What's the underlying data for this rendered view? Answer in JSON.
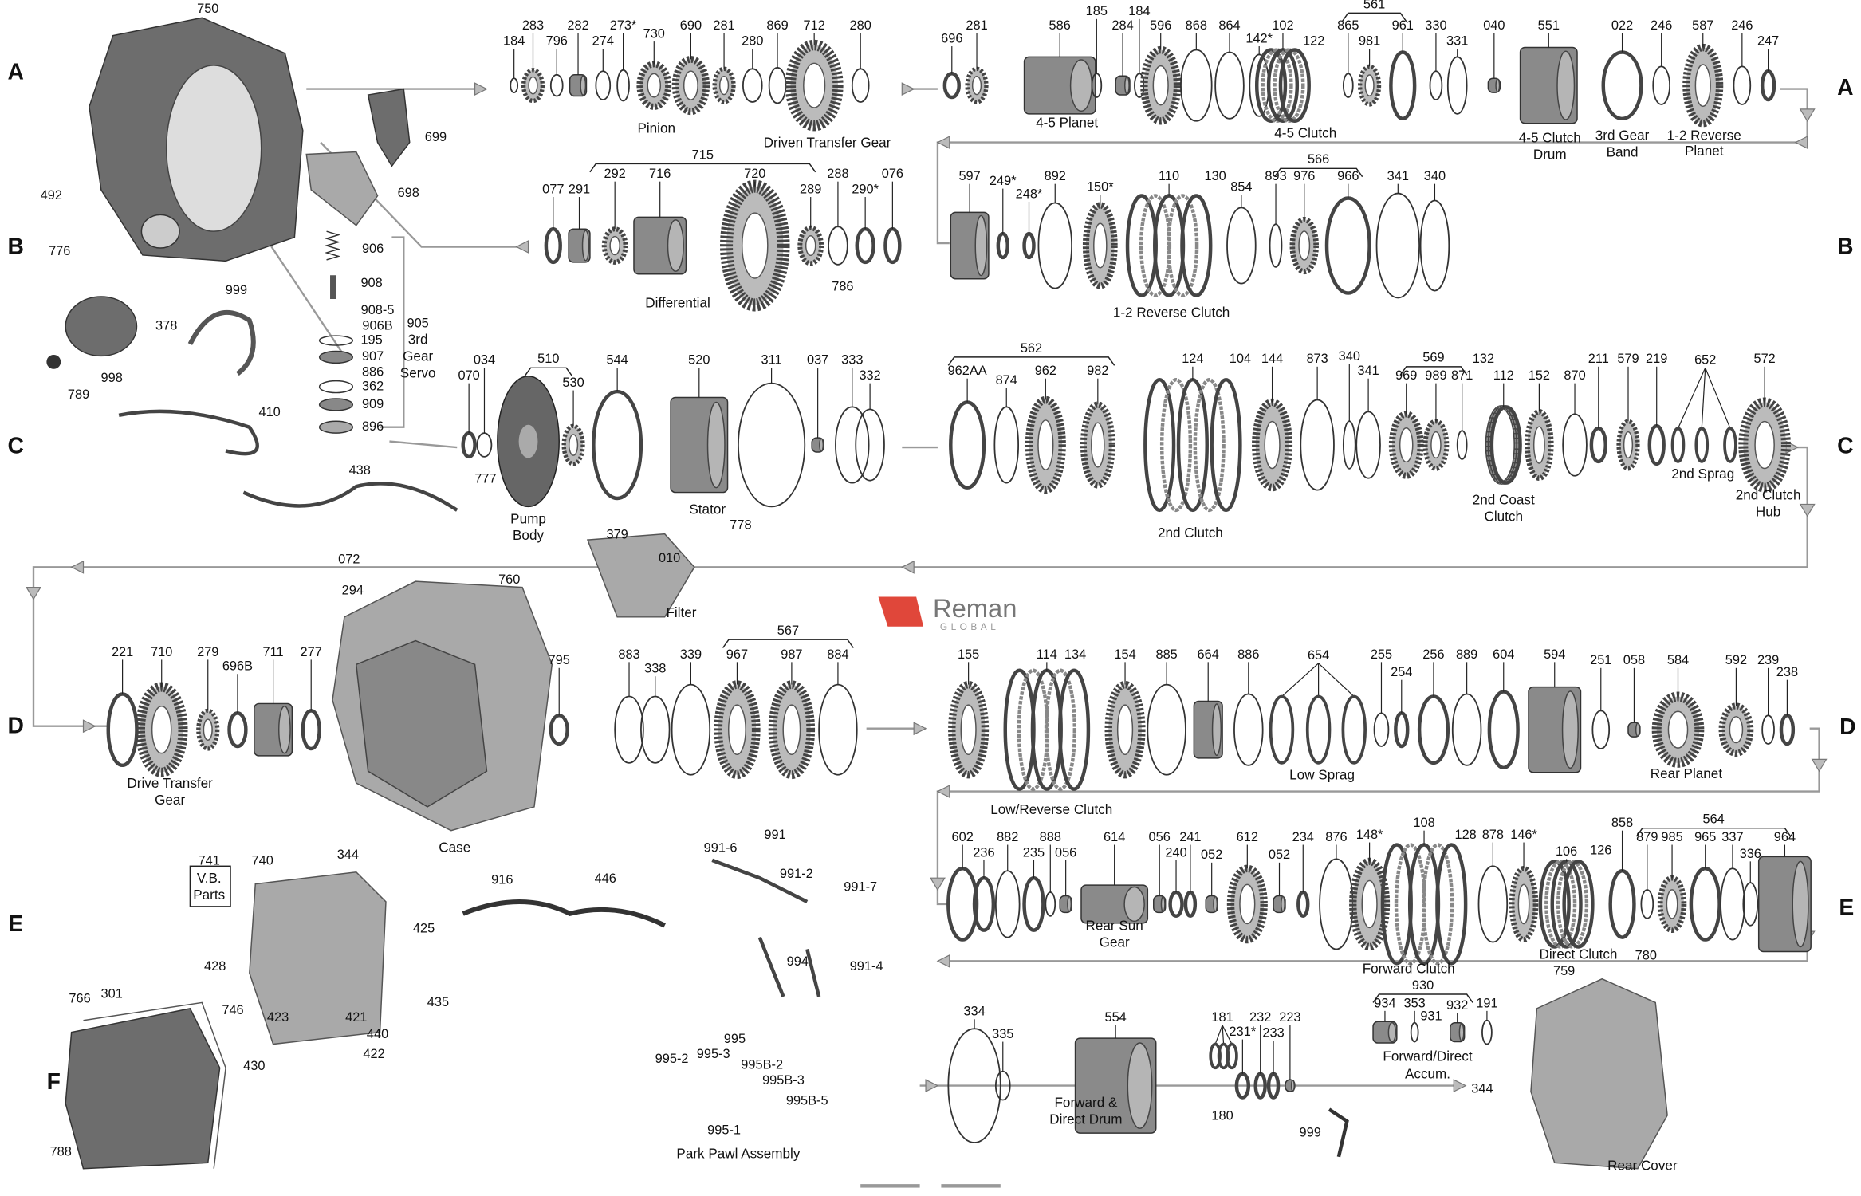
{
  "logo": {
    "brand": "Reman",
    "sub": "GLOBAL",
    "accent": "#e0473a"
  },
  "row_letters": [
    "A",
    "A",
    "B",
    "B",
    "C",
    "C",
    "D",
    "D",
    "E",
    "E",
    "F"
  ],
  "rowA": {
    "parts": [
      "184",
      "283",
      "796",
      "282",
      "274",
      "273*",
      "730",
      "690",
      "281",
      "280",
      "869",
      "712",
      "280",
      "696",
      "281",
      "586",
      "185",
      "184",
      "284",
      "596",
      "868",
      "864",
      "142*",
      "102",
      "122",
      "865",
      "981",
      "961",
      "330",
      "331",
      "040",
      "551",
      "022",
      "246",
      "587",
      "246",
      "247",
      "561"
    ],
    "captions": [
      "Pinion",
      "Driven Transfer Gear",
      "4-5 Planet",
      "4-5 Clutch",
      "4-5 Clutch",
      "Drum",
      "3rd Gear",
      "Band",
      "1-2 Reverse",
      "Planet"
    ]
  },
  "rowB": {
    "parts": [
      "077",
      "291",
      "292",
      "716",
      "720",
      "289",
      "288",
      "290*",
      "076",
      "715",
      "786",
      "597",
      "249*",
      "248*",
      "892",
      "150*",
      "110",
      "130",
      "854",
      "893",
      "976",
      "966",
      "341",
      "340",
      "566"
    ],
    "captions": [
      "Differential",
      "1-2 Reverse Clutch"
    ]
  },
  "rowC": {
    "parts": [
      "070",
      "034",
      "510",
      "530",
      "544",
      "520",
      "311",
      "037",
      "333",
      "332",
      "777",
      "778",
      "562",
      "962AA",
      "874",
      "962",
      "982",
      "124",
      "104",
      "144",
      "873",
      "340",
      "341",
      "569",
      "132",
      "969",
      "989",
      "871",
      "112",
      "152",
      "870",
      "211",
      "579",
      "219",
      "652",
      "572"
    ],
    "captions": [
      "Pump",
      "Body",
      "Stator",
      "2nd Clutch",
      "2nd Coast",
      "Clutch",
      "2nd Sprag",
      "2nd Clutch",
      "Hub"
    ]
  },
  "rowD": {
    "parts": [
      "221",
      "710",
      "279",
      "696B",
      "711",
      "277",
      "294",
      "760",
      "795",
      "567",
      "883",
      "338",
      "339",
      "967",
      "987",
      "884",
      "155",
      "114",
      "134",
      "154",
      "885",
      "664",
      "886",
      "654",
      "255",
      "254",
      "256",
      "889",
      "604",
      "594",
      "251",
      "058",
      "584",
      "592",
      "239",
      "238"
    ],
    "captions": [
      "Drive Transfer",
      "Gear",
      "Case",
      "Low/Reverse Clutch",
      "Low Sprag",
      "Rear Planet"
    ]
  },
  "rowE": {
    "parts": [
      "602",
      "236",
      "882",
      "235",
      "888",
      "056",
      "614",
      "056",
      "240",
      "241",
      "052",
      "612",
      "052",
      "234",
      "876",
      "148*",
      "108",
      "128",
      "878",
      "146*",
      "106",
      "126",
      "858",
      "564",
      "879",
      "985",
      "965",
      "337",
      "336",
      "964",
      "780"
    ],
    "captions": [
      "Rear Sun",
      "Gear",
      "Forward Clutch",
      "Direct Clutch"
    ]
  },
  "rowF": {
    "parts": [
      "334",
      "335",
      "554",
      "181",
      "231*",
      "232",
      "233",
      "223",
      "180",
      "930",
      "934",
      "353",
      "931",
      "932",
      "191",
      "759",
      "344",
      "999"
    ],
    "captions": [
      "Forward &",
      "Direct Drum",
      "Forward/Direct",
      "Accum.",
      "Rear Cover"
    ]
  },
  "misc": {
    "parts": [
      "750",
      "699",
      "698",
      "492",
      "776",
      "999",
      "378",
      "998",
      "789",
      "410",
      "438",
      "072",
      "906",
      "908",
      "908-5",
      "906B",
      "195",
      "907",
      "886",
      "362",
      "909",
      "896",
      "905",
      "379",
      "010",
      "741",
      "740",
      "344",
      "916",
      "446",
      "428",
      "425",
      "435",
      "746",
      "423",
      "421",
      "440",
      "422",
      "430",
      "991",
      "991-6",
      "991-2",
      "991-7",
      "994",
      "991-4",
      "995",
      "995-2",
      "995-3",
      "995B-2",
      "995B-3",
      "995-1",
      "995B-5",
      "766",
      "301",
      "788"
    ],
    "captions": [
      "3rd",
      "Gear",
      "Servo",
      "Filter",
      "V.B.",
      "Parts",
      "Park Pawl Assembly"
    ]
  }
}
